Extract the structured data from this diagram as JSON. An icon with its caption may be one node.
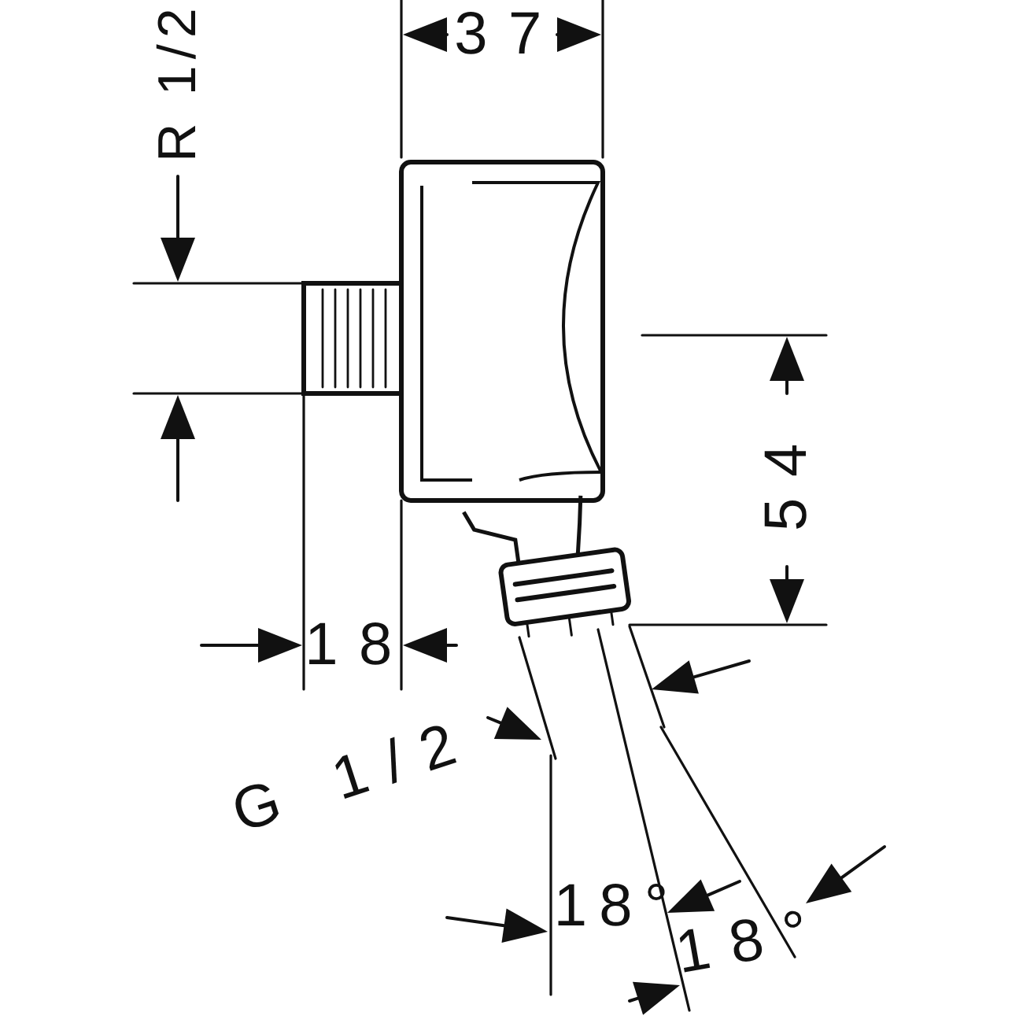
{
  "diagram": {
    "labels": [
      "R 1/2",
      "37",
      "54",
      "18",
      "G 1/2",
      "18°",
      "18°"
    ]
  }
}
